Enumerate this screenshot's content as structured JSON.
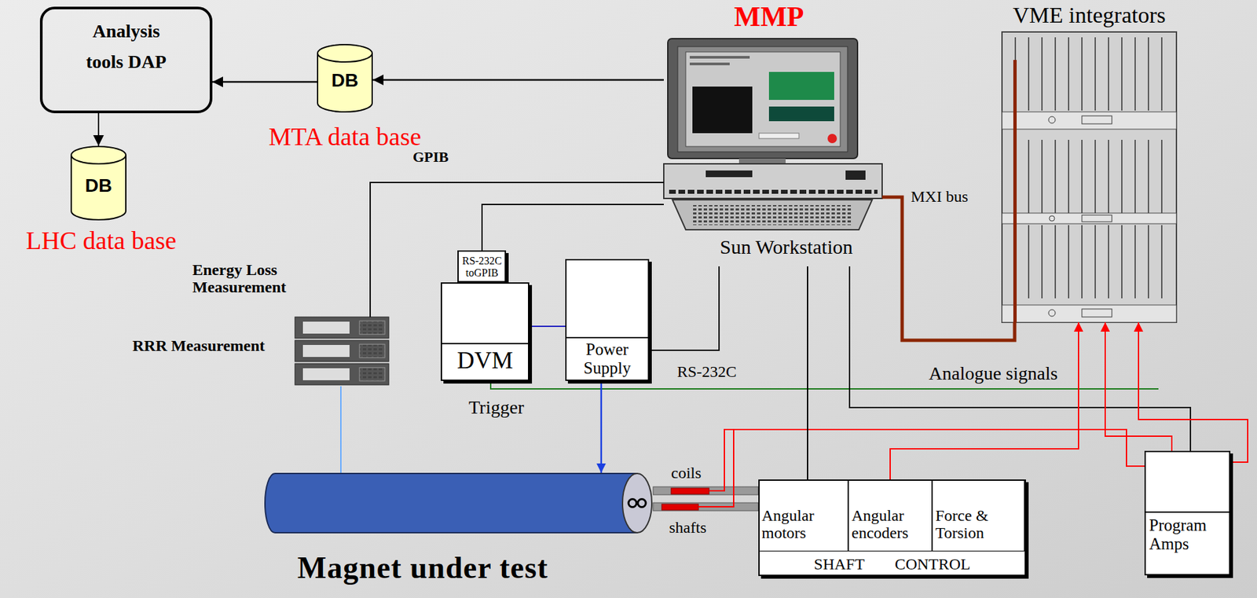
{
  "diagram": {
    "nodes": [
      {
        "text": [
          "Analysis tools DAP"
        ]
      },
      {
        "text": [
          "DB",
          "MTA data base"
        ]
      },
      {
        "text": [
          "DB",
          "LHC data base"
        ]
      },
      {
        "text": [
          "MMP",
          "Sun Workstation"
        ]
      },
      {
        "text": [
          "VME integrators"
        ]
      },
      {
        "text": [
          "Energy Loss Measurement",
          "RRR Measurement"
        ]
      },
      {
        "text": [
          "RS-232C toGPIB"
        ]
      },
      {
        "text": [
          "DVM"
        ]
      },
      {
        "text": [
          "Power Supply"
        ]
      },
      {
        "text": [
          "Magnet under test"
        ]
      },
      {
        "text": [
          "SHAFT CONTROL"
        ]
      },
      {
        "text": [
          "Angular motors"
        ],
        "in": 10
      },
      {
        "text": [
          "Angular encoders"
        ],
        "in": 10
      },
      {
        "text": [
          "Force & Torsion"
        ],
        "in": 10
      },
      {
        "text": [
          "Program Amps"
        ]
      }
    ],
    "edges": [
      {
        "from": 3,
        "to": 1,
        "arrow": "to"
      },
      {
        "from": 1,
        "to": 0,
        "arrow": "to"
      },
      {
        "from": 0,
        "to": 2,
        "arrow": "to"
      },
      {
        "from": 3,
        "to": 5,
        "label": "GPIB",
        "arrow": "none"
      },
      {
        "from": 3,
        "to": 6,
        "arrow": "none"
      },
      {
        "from": 8,
        "to": 3,
        "label": "RS-232C",
        "arrow": "none"
      },
      {
        "from": 7,
        "to": 8,
        "arrow": "none"
      },
      {
        "from": 8,
        "to": 9,
        "arrow": "to"
      },
      {
        "from": 5,
        "to": 9,
        "arrow": "none"
      },
      {
        "from": 3,
        "to": 4,
        "label": "MXI bus",
        "arrow": "none"
      },
      {
        "from": 3,
        "to": 10,
        "arrow": "none"
      },
      {
        "from": 3,
        "to": 14,
        "arrow": "none"
      },
      {
        "from": 12,
        "to": 4,
        "arrow": "to"
      },
      {
        "from": 14,
        "to": 4,
        "arrow": "to"
      },
      {
        "from": 14,
        "to": 4,
        "arrow": "to"
      }
    ],
    "labels": [
      "Trigger",
      "Analogue signals",
      "coils",
      "shafts"
    ]
  }
}
